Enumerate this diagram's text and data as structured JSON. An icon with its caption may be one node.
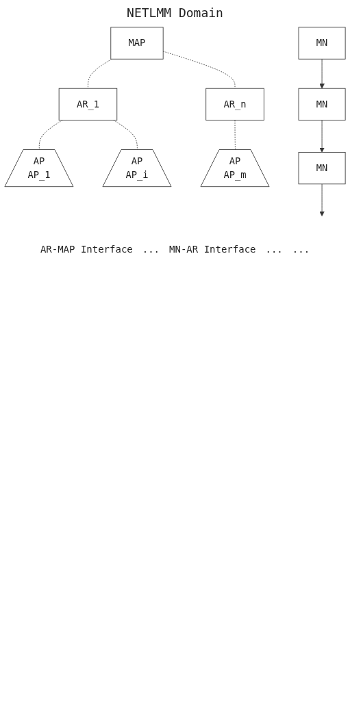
{
  "diagram": {
    "title": "NETLMM Domain",
    "nodes": [
      {
        "text": [
          "MAP"
        ]
      },
      {
        "text": [
          "AR_1"
        ]
      },
      {
        "text": [
          "AR_n"
        ]
      },
      {
        "text": [
          "AP",
          "AP_1"
        ]
      },
      {
        "text": [
          "AP",
          "AP_i"
        ]
      },
      {
        "text": [
          "AP",
          "AP_m"
        ]
      },
      {
        "text": [
          "MN"
        ]
      },
      {
        "text": [
          "MN"
        ]
      },
      {
        "text": [
          "MN"
        ]
      }
    ],
    "edges": [
      {
        "from": 0,
        "to": 1,
        "arrow": "none",
        "style": "dashed"
      },
      {
        "from": 0,
        "to": 2,
        "arrow": "none",
        "style": "dashed"
      },
      {
        "from": 1,
        "to": 3,
        "arrow": "none",
        "style": "dashed"
      },
      {
        "from": 1,
        "to": 4,
        "arrow": "none",
        "style": "dashed"
      },
      {
        "from": 2,
        "to": 5,
        "arrow": "none",
        "style": "dashed"
      },
      {
        "from": 6,
        "to": 7,
        "arrow": "to"
      },
      {
        "from": 7,
        "to": 8,
        "arrow": "to"
      },
      {
        "from": 8,
        "to": null,
        "arrow": "to"
      }
    ],
    "labels": [
      "AR-MAP Interface",
      "...",
      "MN-AR Interface",
      "...",
      "..."
    ]
  }
}
